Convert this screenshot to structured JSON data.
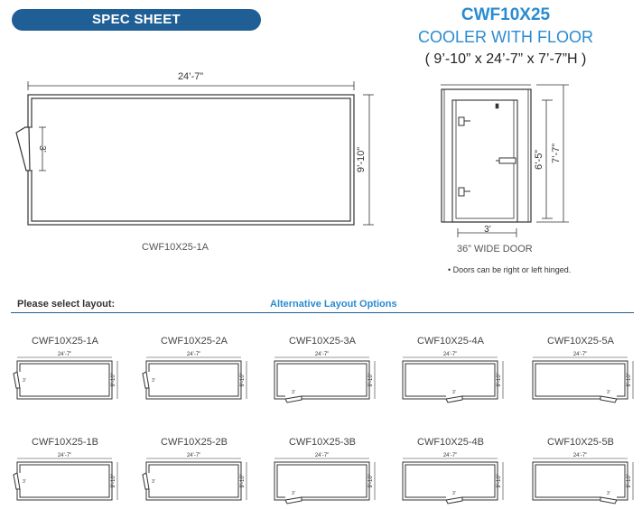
{
  "header": {
    "badge": "SPEC SHEET",
    "model": "CWF10X25",
    "subtitle": "COOLER WITH FLOOR",
    "dimensions": "( 9’-10” x 24’-7” x 7’-7”H )"
  },
  "plan": {
    "length_label": "24’-7”",
    "width_label": "9’-10”",
    "door_label": "3’",
    "caption": "CWF10X25-1A"
  },
  "elevation": {
    "height_label": "7’-7”",
    "door_height_label": "6’-5”",
    "door_width_label": "3’",
    "caption": "36” WIDE DOOR",
    "note": "Doors can be right or left hinged."
  },
  "layouts": {
    "prompt": "Please select layout:",
    "title": "Alternative Layout Options",
    "length_label": "24’-7”",
    "width_label": "9’-10”",
    "door_label": "3’",
    "options": [
      {
        "label": "CWF10X25-1A"
      },
      {
        "label": "CWF10X25-2A"
      },
      {
        "label": "CWF10X25-3A"
      },
      {
        "label": "CWF10X25-4A"
      },
      {
        "label": "CWF10X25-5A"
      },
      {
        "label": "CWF10X25-1B"
      },
      {
        "label": "CWF10X25-2B"
      },
      {
        "label": "CWF10X25-3B"
      },
      {
        "label": "CWF10X25-4B"
      },
      {
        "label": "CWF10X25-5B"
      }
    ]
  },
  "colors": {
    "brand_blue": "#1f5f95",
    "accent_blue": "#2a8bd0",
    "line": "#333333"
  }
}
